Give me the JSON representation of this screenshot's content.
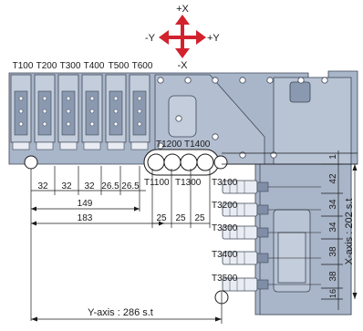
{
  "compass": {
    "top": "+X",
    "bottom": "-X",
    "left": "-Y",
    "right": "+Y"
  },
  "colors": {
    "compass": "#d2222e",
    "plate": "#a9b6c9",
    "plate_light": "#c3cddb",
    "plate_dark": "#7f8ea6",
    "line": "#1a1a1a"
  },
  "turret_tools": [
    "T100",
    "T200",
    "T300",
    "T400",
    "T500",
    "T600"
  ],
  "upper_tools": [
    "T1200",
    "T1400"
  ],
  "lower_tools": [
    "T1100",
    "T1300"
  ],
  "side_tools": [
    "T3100",
    "T3200",
    "T3300",
    "T3400",
    "T3500"
  ],
  "x_spacing": [
    "32",
    "32",
    "32",
    "26.5",
    "26.5"
  ],
  "overall_dims": {
    "d149": "149",
    "d183": "183"
  },
  "y_spacing": [
    "25",
    "25",
    "25"
  ],
  "vertical_dims": [
    "1",
    "42",
    "34",
    "34",
    "38",
    "38",
    "16"
  ],
  "x_axis_label": "X-axis : 202 s.t",
  "y_axis_label": "Y-axis : 286 s.t"
}
